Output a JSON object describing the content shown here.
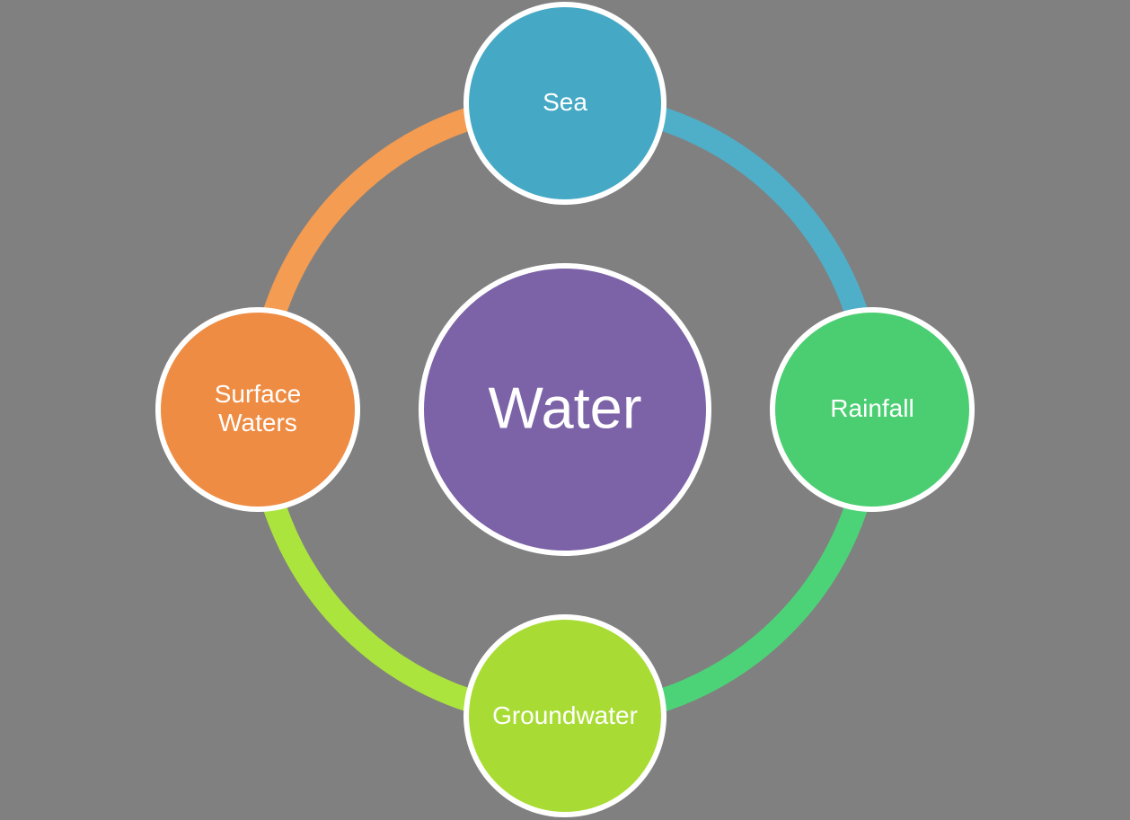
{
  "diagram": {
    "type": "cycle",
    "background_color": "#808080",
    "outline_color": "#FFFFFF",
    "center": {
      "label": "Water",
      "fill": "#7C63A7"
    },
    "nodes": [
      {
        "id": "sea",
        "label": "Sea",
        "position": "top",
        "fill": "#45A9C5",
        "arc_color": "#4FAFC9"
      },
      {
        "id": "rainfall",
        "label": "Rainfall",
        "position": "right",
        "fill": "#4BCE71",
        "arc_color": "#4DD377"
      },
      {
        "id": "groundwater",
        "label": "Groundwater",
        "position": "bottom",
        "fill": "#A8DC35",
        "arc_color": "#ACE43E"
      },
      {
        "id": "surface-waters",
        "label": "Surface Waters",
        "position": "left",
        "fill": "#EE8C43",
        "arc_color": "#F49C51"
      }
    ]
  }
}
